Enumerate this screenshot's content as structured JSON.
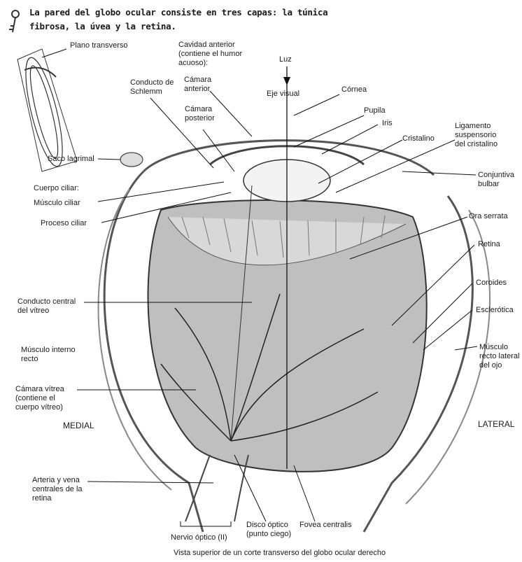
{
  "title": "La pared del globo ocular consiste en tres capas: la túnica fibrosa, la úvea y la retina.",
  "labels": {
    "plano_transverso": "Plano transverso",
    "cavidad_anterior": "Cavidad anterior\n(contiene el humor\nacuoso):",
    "camara_anterior": "Cámara\nanterior",
    "camara_posterior": "Cámara\nposterior",
    "conducto_schlemm": "Conducto de\nSchlemm",
    "luz": "Luz",
    "eje_visual": "Eje visual",
    "cornea": "Córnea",
    "pupila": "Pupila",
    "iris": "Iris",
    "cristalino": "Cristalino",
    "ligamento": "Ligamento\nsuspensorio\ndel cristalino",
    "saco_lagrimal": "Saco lagrimal",
    "conjuntiva": "Conjuntiva\nbulbar",
    "cuerpo_ciliar": "Cuerpo ciliar:",
    "musculo_ciliar": "Músculo ciliar",
    "proceso_ciliar": "Proceso ciliar",
    "ora_serrata": "Ora serrata",
    "retina": "Retina",
    "coroides": "Coroides",
    "conducto_central": "Conducto central\ndel vítreo",
    "esclerotica": "Esclerótica",
    "musculo_interno": "Músculo interno\nrecto",
    "musculo_lateral": "Músculo\nrecto lateral\ndel ojo",
    "camara_vitrea": "Cámara vítrea\n(contiene el\ncuerpo vítreo)",
    "medial": "MEDIAL",
    "lateral": "LATERAL",
    "arteria_vena": "Arteria y vena\ncentrales de la\nretina",
    "nervio_optico": "Nervio óptico (II)",
    "disco_optico": "Disco óptico\n(punto ciego)",
    "fovea": "Fovea centralis",
    "caption": "Vista superior de un corte transverso del globo ocular derecho"
  }
}
